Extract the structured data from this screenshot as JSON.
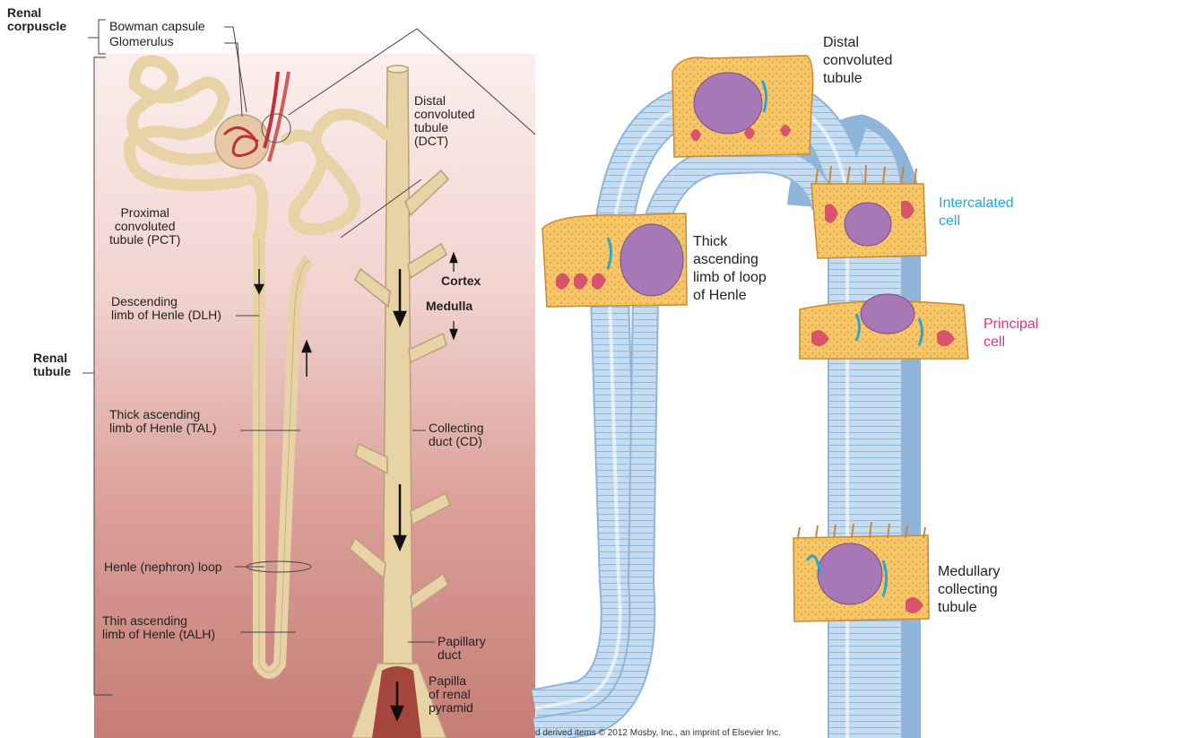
{
  "left_panel": {
    "renal_corpuscle": "Renal\ncorpuscle",
    "bowman_capsule": "Bowman capsule",
    "glomerulus": "Glomerulus",
    "proximal": "Proximal\nconvoluted\ntubule (PCT)",
    "distal": "Distal\nconvoluted\ntubule\n(DCT)",
    "cortex": "Cortex",
    "medulla": "Medulla",
    "descending": "Descending\nlimb of Henle (DLH)",
    "renal_tubule": "Renal\ntubule",
    "thick_ascending": "Thick ascending\nlimb of Henle (TAL)",
    "collecting_duct": "Collecting\nduct (CD)",
    "henle_loop": "Henle (nephron) loop",
    "thin_ascending": "Thin ascending\nlimb of Henle (tALH)",
    "papillary_duct": "Papillary\nduct",
    "papilla": "Papilla\nof renal\npyramid"
  },
  "right_panel": {
    "distal": "Distal\nconvoluted\ntubule",
    "intercalated": "Intercalated\ncell",
    "thick_ascending": "Thick\nascending\nlimb of loop\nof Henle",
    "principal": "Principal\ncell",
    "medullary": "Medullary\ncollecting\ntubule",
    "copyright": "d derived items © 2012 Mosby, Inc., an imprint of Elsevier Inc."
  },
  "colors": {
    "tubule": "#e8d3a6",
    "cortex_bg": "#f7e2df",
    "medulla_bg": "#c9867f",
    "cell_fill": "#f5c366",
    "nucleus": "#a877b5",
    "tube_blue": "#bcd6ee",
    "intercalated": "#29a6d9",
    "principal": "#e0328c"
  }
}
